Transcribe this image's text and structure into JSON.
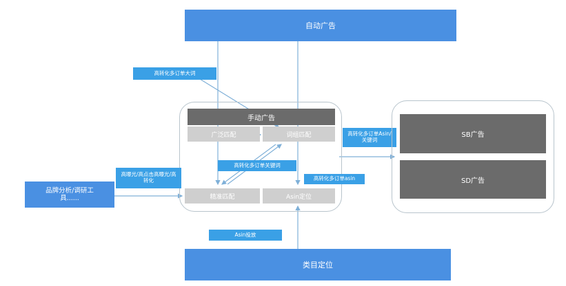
{
  "nodes": {
    "auto_ads": "自动广告",
    "manual_ads": "手动广告",
    "broad_match": "广泛匹配",
    "phrase_match": "词组匹配",
    "exact_match": "精准匹配",
    "asin_targeting": "Asin定位",
    "sb_ads": "SB广告",
    "sd_ads": "SD广告",
    "category_targeting": "类目定位",
    "brand_tool": "品牌分析/调研工具......"
  },
  "labels": {
    "high_conv_words": "高转化多订单大词",
    "high_conv_keywords": "高转化多订单关键词",
    "high_conv_asin": "高转化多订单asin",
    "sb_label": "高转化多订单Asin/关键词",
    "exposure_label": "高曝光/高点击高曝光/高转化",
    "asin_launch": "Asin投放"
  },
  "colors": {
    "primary_blue": "#4a90e2",
    "label_blue": "#3aa0e6",
    "dark_gray": "#6b6b6b",
    "light_gray": "#cfcfcf",
    "container_border": "#b8c4cc",
    "line_color": "#7fb0d8"
  }
}
